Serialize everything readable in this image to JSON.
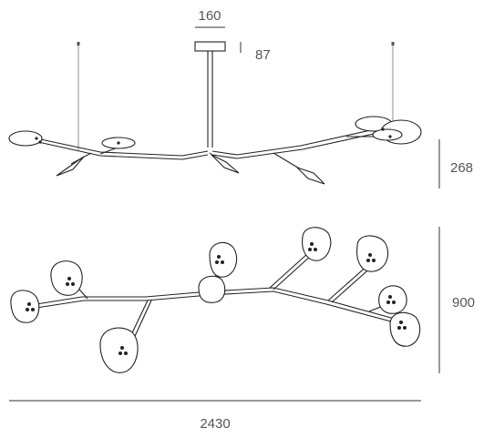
{
  "dimensions": {
    "canopy_width": "160",
    "canopy_height": "87",
    "side_height": "268",
    "top_depth": "900",
    "overall_width": "2430"
  },
  "views": [
    "side-elevation",
    "top-plan"
  ]
}
